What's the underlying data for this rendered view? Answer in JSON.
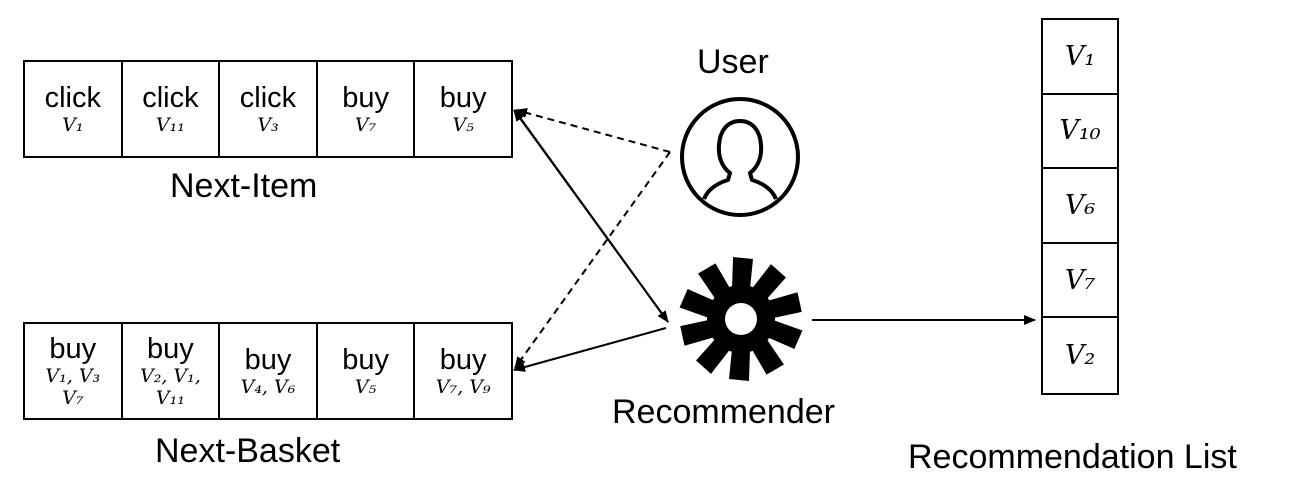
{
  "next_item": {
    "label": "Next-Item",
    "cells": [
      {
        "action": "click",
        "items": [
          "V₁"
        ]
      },
      {
        "action": "click",
        "items": [
          "V₁₁"
        ]
      },
      {
        "action": "click",
        "items": [
          "V₃"
        ]
      },
      {
        "action": "buy",
        "items": [
          "V₇"
        ]
      },
      {
        "action": "buy",
        "items": [
          "V₅"
        ]
      }
    ]
  },
  "next_basket": {
    "label": "Next-Basket",
    "cells": [
      {
        "action": "buy",
        "items": [
          "V₁, V₃",
          "V₇"
        ]
      },
      {
        "action": "buy",
        "items": [
          "V₂, V₁,",
          "V₁₁"
        ]
      },
      {
        "action": "buy",
        "items": [
          "V₄, V₆"
        ]
      },
      {
        "action": "buy",
        "items": [
          "V₅"
        ]
      },
      {
        "action": "buy",
        "items": [
          "V₇, V₉"
        ]
      }
    ]
  },
  "user": {
    "label": "User",
    "icon": "user-silhouette-icon"
  },
  "recommender": {
    "label": "Recommender",
    "icon": "gear-icon"
  },
  "recommendation_list": {
    "label": "Recommendation List",
    "items": [
      "V₁",
      "V₁₀",
      "V₆",
      "V₇",
      "V₂"
    ]
  }
}
